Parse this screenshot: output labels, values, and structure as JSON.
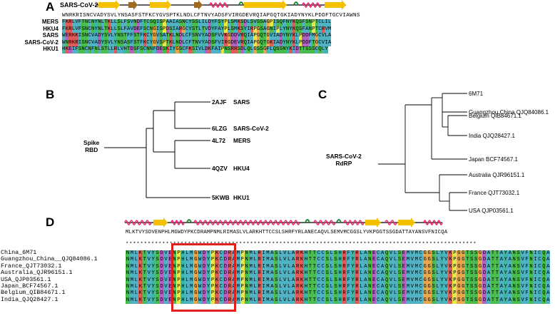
{
  "panels": {
    "A": "A",
    "B": "B",
    "C": "C",
    "D": "D"
  },
  "panelA": {
    "ss_label": "SARS-CoV-2",
    "reference": "WNRKRISNCVADYSVLYNSASFSTFKCYGVSPTKLNDLCFTNVYADSFVIRGDEVRQIAPGQTGKIADYNYKLPDDFTGCVIAWNS",
    "rows": [
      {
        "name": "MERS",
        "seq": "FKRLVFTNCNYNLTKLLSLFSVNDFTCSQISPAAIASNCYSSLILDYFSYPLSMKSDLSVSSAGPISQFNYKQSFSNPTCLIL"
      },
      {
        "name": "HKU4",
        "seq": "FKRLVFSNCNYNLTKLLSLFAVDEFSCNGISPDSIARGCYSTLTVDYFAYPLSMKSYIRPGSAGNIPLYNYKQSFANPTCRVM"
      },
      {
        "name": "SARS",
        "seq": "WERKKISNCVADYSVLYNSTFFSTFKCYGVSATKLNDLCFSNVYADSFVVKGDDVRQIAPGQTGVIADYNYKLPDDFMGCVLA"
      },
      {
        "name": "SARS-CoV-2",
        "seq": "WNRKRISNCVADYSVLYNSASFSTFKCYGVSPTKLNDLCFTNVYADSFVIRGDEVRQIAPGQTGKIADYNYKLPDDFTGCVIA"
      },
      {
        "name": "HKU1",
        "seq": "HKEIFSNCNFNLSTLLRLVHTDSFSCNNFDESKIYGSCFKSIVLDKFAIPNSRRSDLQLGSSGFLQSSNYKIDTTSSSCQLY"
      }
    ]
  },
  "panelB": {
    "root_label": "Spike RBD",
    "root_label_lines": [
      "Spike",
      "RBD"
    ],
    "leaves": [
      {
        "pdb": "2AJF",
        "name": "SARS"
      },
      {
        "pdb": "6LZG",
        "name": "SARS-CoV-2"
      },
      {
        "pdb": "4L72",
        "name": "MERS"
      },
      {
        "pdb": "4QZV",
        "name": "HKU4"
      },
      {
        "pdb": "5KWB",
        "name": "HKU1"
      }
    ]
  },
  "panelC": {
    "root_label_lines": [
      "SARS-CoV-2",
      "RdRP"
    ],
    "leaves": [
      "6M71",
      "Guangzhou China  QJQ84086.1",
      "Belgium QIB84671.1",
      "India QJQ28427.1",
      "Japan BCF74567.1",
      "Australia QJR96151.1",
      "France QJT73032.1",
      "USA QJP03561.1"
    ]
  },
  "panelD": {
    "reference": "MLKTVYSDVENPHLMGWDYPKCDRAMPNMLRIMASLVLARKHTTCCSLSHRFYRLANECAQVLSEMVMCGGSLYVKPGGTSSGDATTAYANSVFNICQA",
    "stars": "************************************************************************************************",
    "names": [
      "China_6M71",
      "Guangzhou_China__QJQ84086.1",
      "France_QJT73032.1",
      "Australia_QJR96151.1",
      "USA_QJP03561.1",
      "Japan_BCF74567.1",
      "Belgium_QIB84671.1",
      "India_QJQ28427.1"
    ],
    "row_seq": "NMLKTVYSDVENPHLMGWDYPKCDRAMPNMLRIMASLVLARKHTTCCSLSHRFYRLANECAQVLSEMVMCGGSLYVKPGGTSSGDATTAYANSVFNICQA",
    "highlight_color": "#e0201c"
  },
  "colors": {
    "helix": "#e8246f",
    "strand": "#f5c000",
    "strand_dark": "#a06a25",
    "turn": "#1f8a3a"
  }
}
